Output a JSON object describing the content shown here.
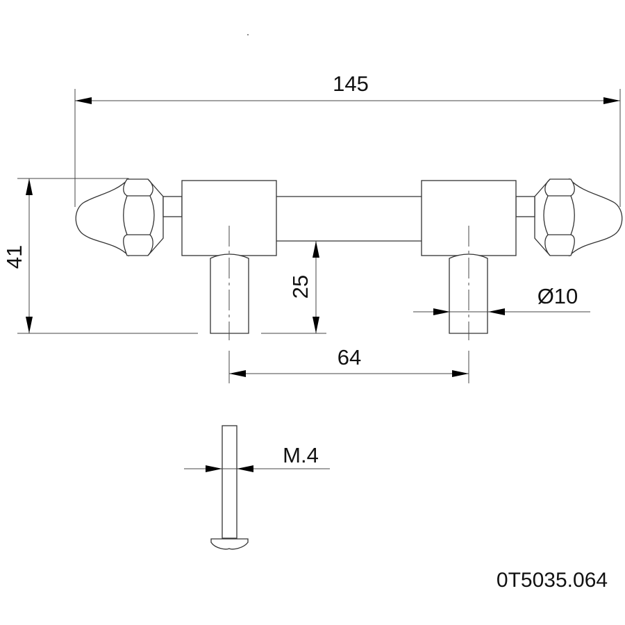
{
  "dimensions": {
    "overall_length": "145",
    "overall_height": "41",
    "post_height": "25",
    "hole_spacing": "64",
    "post_diameter": "Ø10",
    "screw_thread": "M.4"
  },
  "part_number": "0T5035.064",
  "colors": {
    "line": "#333333",
    "background": "#ffffff"
  }
}
